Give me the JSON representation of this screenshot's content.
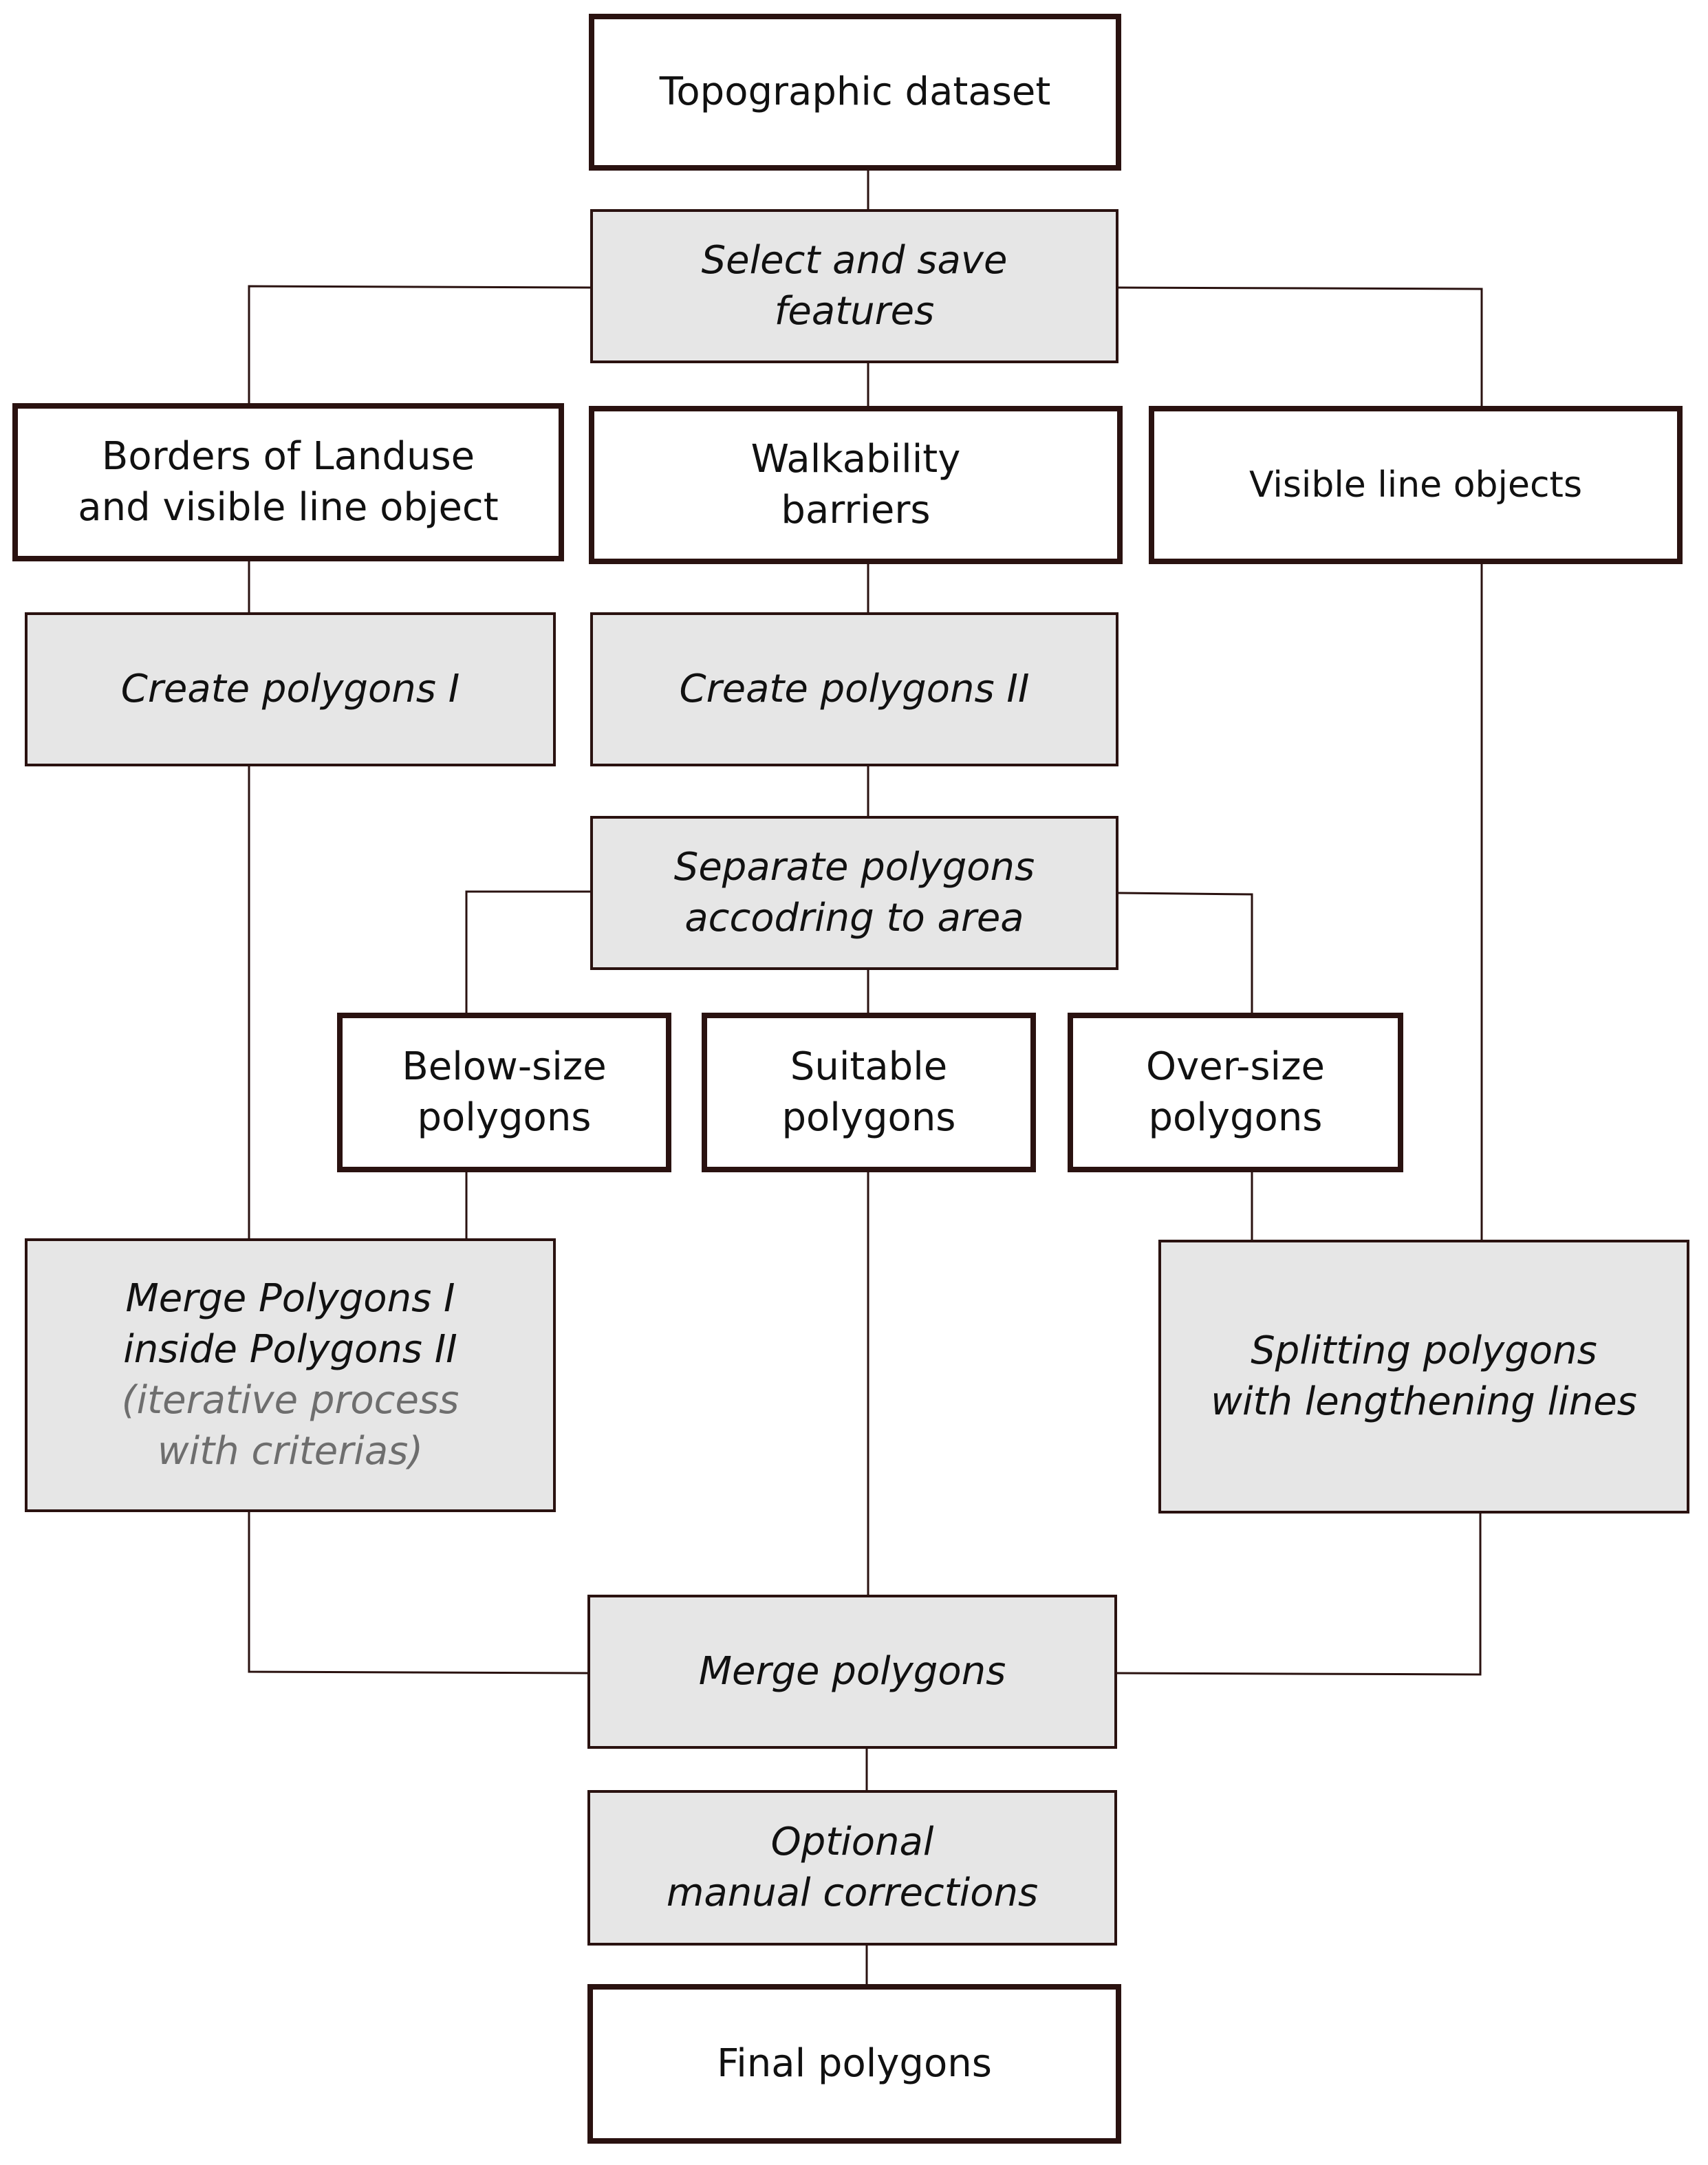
{
  "nodes": {
    "topographic_dataset": {
      "lines": [
        "Topographic dataset"
      ]
    },
    "select_save": {
      "lines": [
        "Select and save",
        "features"
      ]
    },
    "borders_landuse": {
      "lines": [
        "Borders of Landuse",
        "and visible line object"
      ]
    },
    "walkability": {
      "lines": [
        "Walkability",
        "barriers"
      ]
    },
    "visible_lines": {
      "lines": [
        "Visible line objects"
      ]
    },
    "create_poly_1": {
      "lines": [
        "Create polygons I"
      ]
    },
    "create_poly_2": {
      "lines": [
        "Create polygons II"
      ]
    },
    "separate": {
      "lines": [
        "Separate polygons",
        "accodring to area"
      ]
    },
    "below_size": {
      "lines": [
        "Below-size",
        "polygons"
      ]
    },
    "suitable": {
      "lines": [
        "Suitable",
        "polygons"
      ]
    },
    "over_size": {
      "lines": [
        "Over-size",
        "polygons"
      ]
    },
    "merge_1_2": {
      "lines": [
        "Merge Polygons I",
        "inside Polygons II"
      ],
      "note": [
        "(iterative process",
        "with criterias)"
      ]
    },
    "splitting": {
      "lines": [
        "Splitting polygons",
        "with lengthening lines"
      ]
    },
    "merge_polygons": {
      "lines": [
        "Merge polygons"
      ]
    },
    "optional": {
      "lines": [
        "Optional",
        "manual corrections"
      ]
    },
    "final": {
      "lines": [
        "Final polygons"
      ]
    }
  },
  "colors": {
    "border": "#2a1210",
    "process_fill": "#e6e6e6",
    "note_text": "#6e6e6e"
  }
}
